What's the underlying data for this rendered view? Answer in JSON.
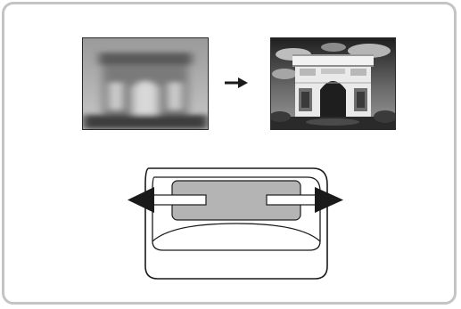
{
  "figure": {
    "before_image": "arc-de-triomphe-out-of-focus",
    "transition_icon": "arrow-right-icon",
    "after_image": "arc-de-triomphe-in-focus",
    "control": "focus-ring",
    "control_motion": "rotate-left-right",
    "frame_color": "#c4c4c4",
    "ring_fill_color": "#b4b4b4"
  }
}
